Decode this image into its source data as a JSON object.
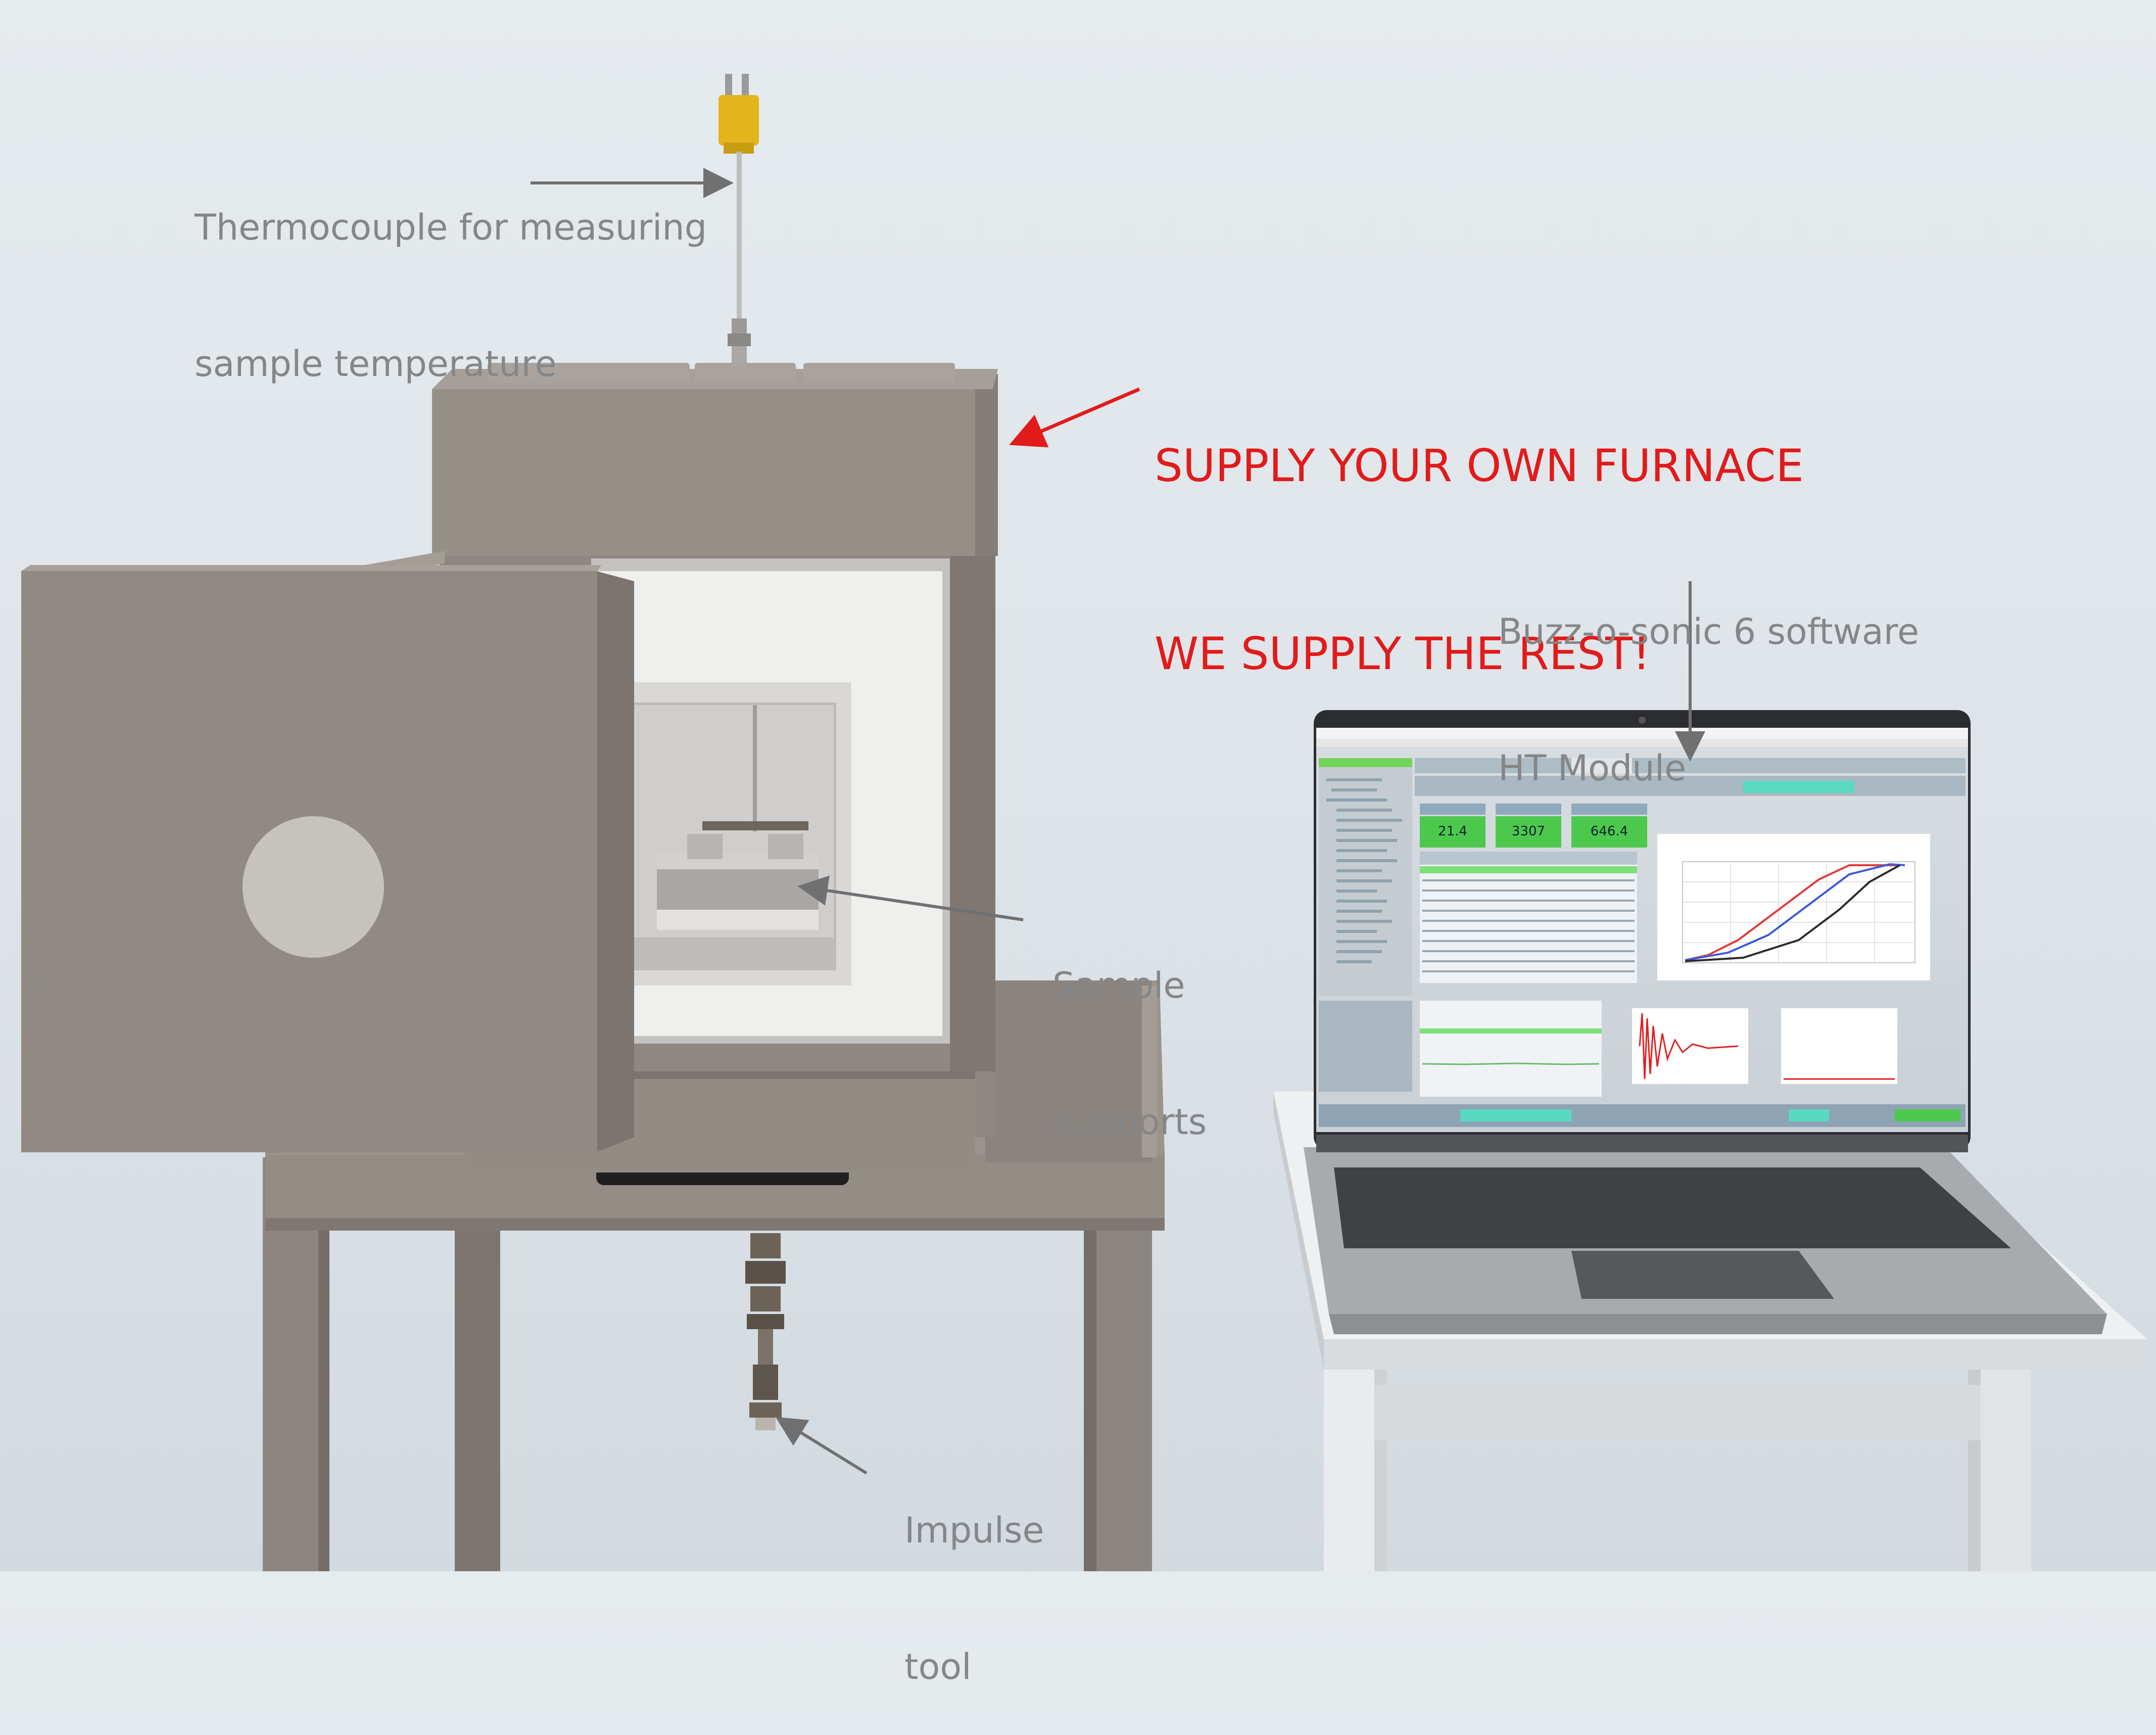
{
  "annotations": {
    "thermocouple": {
      "line1": "Thermocouple for measuring",
      "line2": "sample temperature"
    },
    "headline": {
      "line1": "SUPPLY YOUR OWN FURNACE",
      "line2": "WE SUPPLY THE REST!"
    },
    "software": {
      "line1": "Buzz-o-sonic 6 software",
      "line2": "HT Module"
    },
    "sample": {
      "line1": "Sample",
      "line2": "supports"
    },
    "impulse": {
      "line1": "Impulse",
      "line2": "tool"
    }
  },
  "laptop_screen": {
    "readouts": [
      "21.4",
      "3307",
      "646.4"
    ]
  },
  "colors": {
    "annotation_text": "#858687",
    "headline": "#e11b1b",
    "furnace": "#8c857e",
    "readout_green": "#4cc94c",
    "curve_red": "#e23a3a",
    "curve_blue": "#3e5ad8",
    "curve_black": "#2a2a2a"
  }
}
